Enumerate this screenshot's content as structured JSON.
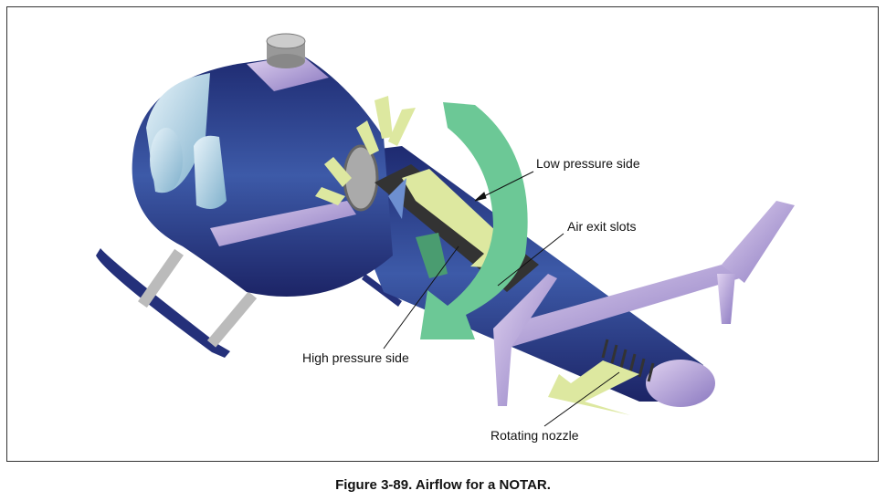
{
  "figure": {
    "caption": "Figure 3-89. Airflow for a NOTAR.",
    "labels": {
      "low_pressure": "Low pressure side",
      "air_exit_slots": "Air exit slots",
      "high_pressure": "High pressure side",
      "rotating_nozzle": "Rotating nozzle"
    }
  },
  "colors": {
    "body": "#2a3580",
    "accent": "#c8b4e0",
    "green_arrow": "#6cc896",
    "yellow_arrow": "#dde8a0"
  }
}
